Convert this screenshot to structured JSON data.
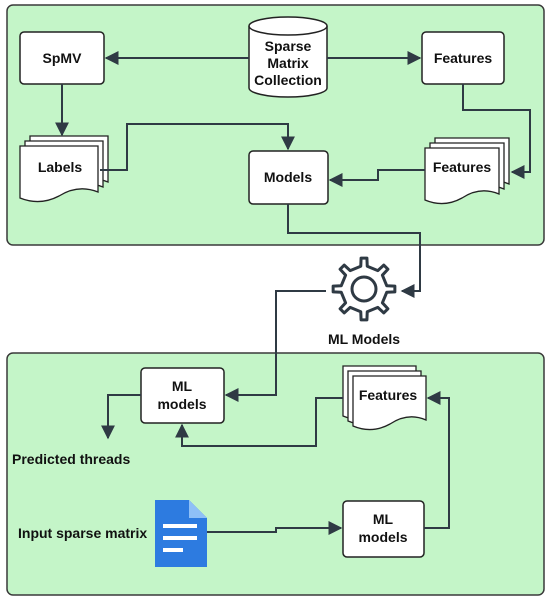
{
  "training": {
    "collection": [
      "Sparse",
      "Matrix",
      "Collection"
    ],
    "spmv": "SpMV",
    "features_top": "Features",
    "labels": "Labels",
    "models": "Models",
    "features_stack": "Features"
  },
  "hub": {
    "gear_label": "ML Models"
  },
  "inference": {
    "ml_models_top": [
      "ML",
      "models"
    ],
    "features_stack": "Features",
    "predicted": "Predicted threads",
    "input_matrix": "Input sparse matrix",
    "ml_models_bottom": [
      "ML",
      "models"
    ]
  },
  "colors": {
    "panel_fill": "#c4f5c8",
    "panel_stroke": "#3a3a3a",
    "arrow": "#2f3a44",
    "doc_icon_blue": "#2d7be0"
  }
}
